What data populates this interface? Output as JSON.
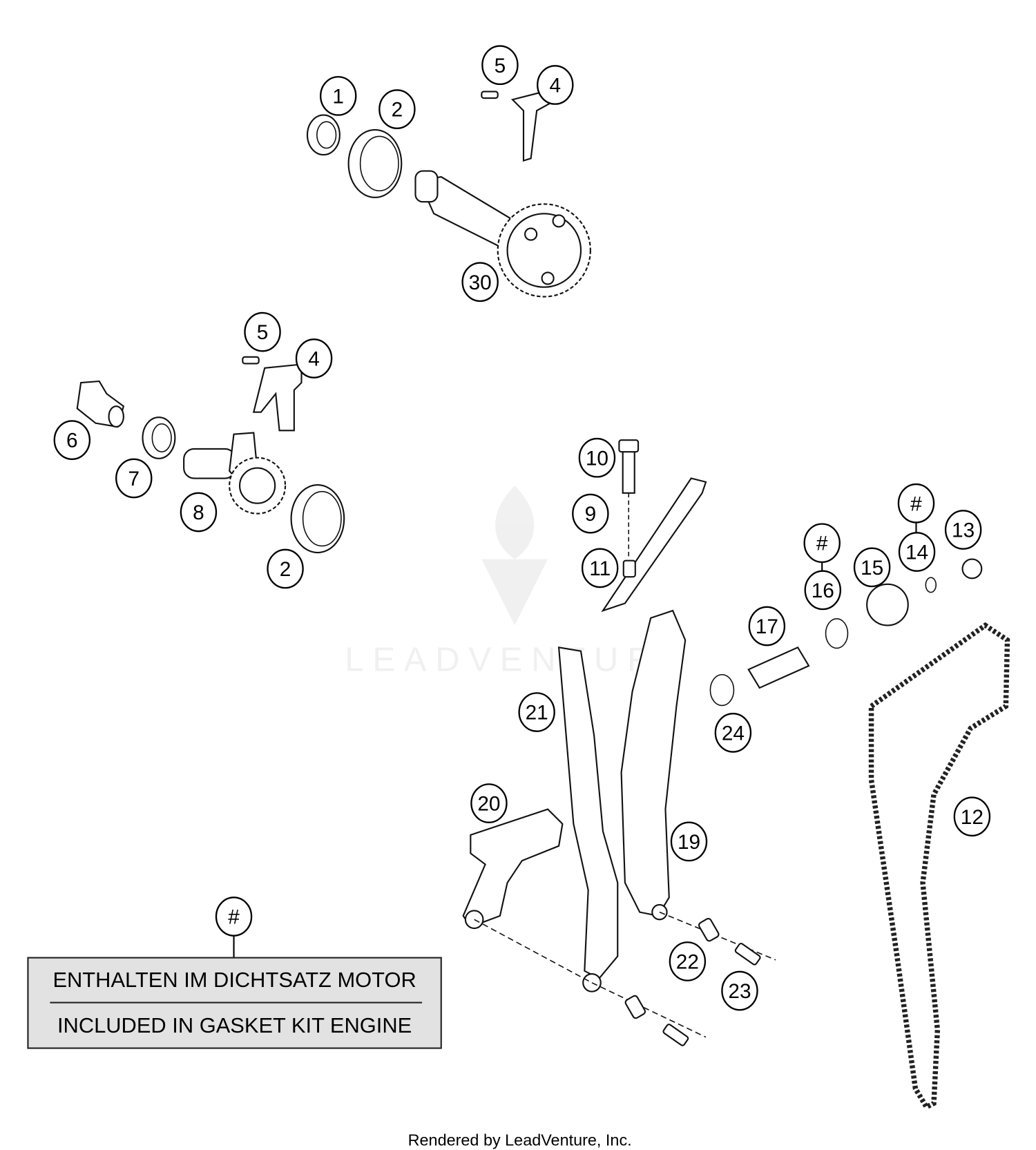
{
  "watermark": "LEADVENTURE",
  "callouts": [
    {
      "label": "1"
    },
    {
      "label": "2"
    },
    {
      "label": "5"
    },
    {
      "label": "4"
    },
    {
      "label": "30"
    },
    {
      "label": "5"
    },
    {
      "label": "4"
    },
    {
      "label": "6"
    },
    {
      "label": "7"
    },
    {
      "label": "8"
    },
    {
      "label": "2"
    },
    {
      "label": "10"
    },
    {
      "label": "9"
    },
    {
      "label": "11"
    },
    {
      "label": "#"
    },
    {
      "label": "14"
    },
    {
      "label": "13"
    },
    {
      "label": "#"
    },
    {
      "label": "16"
    },
    {
      "label": "15"
    },
    {
      "label": "17"
    },
    {
      "label": "24"
    },
    {
      "label": "21"
    },
    {
      "label": "12"
    },
    {
      "label": "20"
    },
    {
      "label": "19"
    },
    {
      "label": "22"
    },
    {
      "label": "23"
    },
    {
      "label": "#"
    }
  ],
  "legend": {
    "line_de": "ENTHALTEN IM DICHTSATZ MOTOR",
    "line_en": "INCLUDED IN GASKET KIT ENGINE"
  },
  "footer": "Rendered by LeadVenture, Inc."
}
